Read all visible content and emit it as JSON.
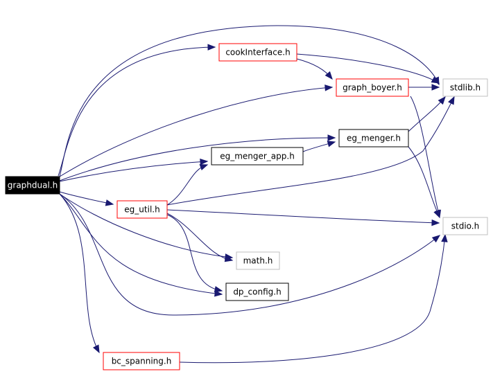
{
  "diagram": {
    "type": "include-dependency-graph",
    "nodes": [
      {
        "id": "graphdual",
        "label": "graphdual.h",
        "style": "root"
      },
      {
        "id": "cook",
        "label": "cookInterface.h",
        "style": "red"
      },
      {
        "id": "boyer",
        "label": "graph_boyer.h",
        "style": "red"
      },
      {
        "id": "stdlib",
        "label": "stdlib.h",
        "style": "gray"
      },
      {
        "id": "menger",
        "label": "eg_menger.h",
        "style": "black"
      },
      {
        "id": "mengerapp",
        "label": "eg_menger_app.h",
        "style": "black"
      },
      {
        "id": "util",
        "label": "eg_util.h",
        "style": "red"
      },
      {
        "id": "stdio",
        "label": "stdio.h",
        "style": "gray"
      },
      {
        "id": "math",
        "label": "math.h",
        "style": "gray"
      },
      {
        "id": "dpconfig",
        "label": "dp_config.h",
        "style": "black"
      },
      {
        "id": "spanning",
        "label": "bc_spanning.h",
        "style": "red"
      }
    ],
    "edges": [
      {
        "from": "graphdual",
        "to": "cook"
      },
      {
        "from": "graphdual",
        "to": "boyer"
      },
      {
        "from": "graphdual",
        "to": "stdlib"
      },
      {
        "from": "graphdual",
        "to": "menger"
      },
      {
        "from": "graphdual",
        "to": "mengerapp"
      },
      {
        "from": "graphdual",
        "to": "util"
      },
      {
        "from": "graphdual",
        "to": "math"
      },
      {
        "from": "graphdual",
        "to": "dpconfig"
      },
      {
        "from": "graphdual",
        "to": "stdio"
      },
      {
        "from": "graphdual",
        "to": "spanning"
      },
      {
        "from": "cook",
        "to": "stdlib"
      },
      {
        "from": "cook",
        "to": "boyer"
      },
      {
        "from": "boyer",
        "to": "stdlib"
      },
      {
        "from": "boyer",
        "to": "stdio"
      },
      {
        "from": "menger",
        "to": "stdlib"
      },
      {
        "from": "menger",
        "to": "stdio"
      },
      {
        "from": "mengerapp",
        "to": "menger"
      },
      {
        "from": "util",
        "to": "mengerapp"
      },
      {
        "from": "util",
        "to": "stdlib"
      },
      {
        "from": "util",
        "to": "stdio"
      },
      {
        "from": "util",
        "to": "math"
      },
      {
        "from": "util",
        "to": "dpconfig"
      },
      {
        "from": "spanning",
        "to": "stdio"
      }
    ],
    "colors": {
      "edge": "#191970",
      "root_fill": "#000000",
      "root_text": "#ffffff",
      "red_border": "#ff0000",
      "gray_border": "#bfbfbf",
      "black_border": "#000000"
    }
  }
}
